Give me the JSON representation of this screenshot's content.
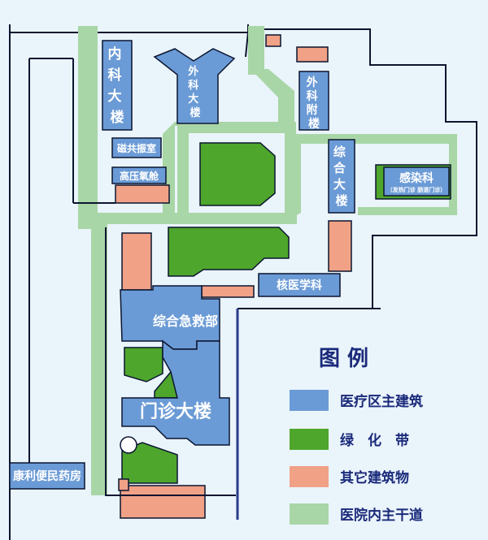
{
  "colors": {
    "background": "#eaf4fb",
    "medical_building": "#6b9bd6",
    "green_belt": "#4ea62c",
    "other_building": "#f0a186",
    "main_road": "#a9d6a6",
    "boundary": "#0b1530",
    "legend_title": "#1a2a7a"
  },
  "buildings": {
    "internal_medicine": "内科大楼",
    "surgery": "外科大楼",
    "surgery_annex": "外科附楼",
    "magnetic_resonance": "磁共振室",
    "hyperbaric_oxygen": "高压氧舱",
    "general_building": "综合大楼",
    "infection": "感染科",
    "infection_sub": "（发热门诊 肠道门诊）",
    "nuclear_medicine": "核医学科",
    "emergency": "综合急救部",
    "outpatient": "门诊大楼",
    "pharmacy": "康利便民药房"
  },
  "legend": {
    "title": "图 例",
    "items": [
      {
        "label": "医疗区主建筑",
        "color": "#6b9bd6"
      },
      {
        "label": "绿　化　带",
        "color": "#4ea62c"
      },
      {
        "label": "其它建筑物",
        "color": "#f0a186"
      },
      {
        "label": "医院内主干道",
        "color": "#a9d6a6"
      }
    ]
  }
}
